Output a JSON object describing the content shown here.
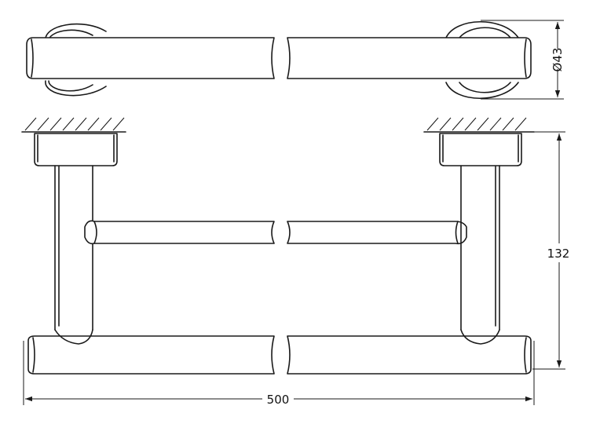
{
  "dimensions": {
    "diameter": "Ø43",
    "height": "132",
    "width": "500"
  }
}
